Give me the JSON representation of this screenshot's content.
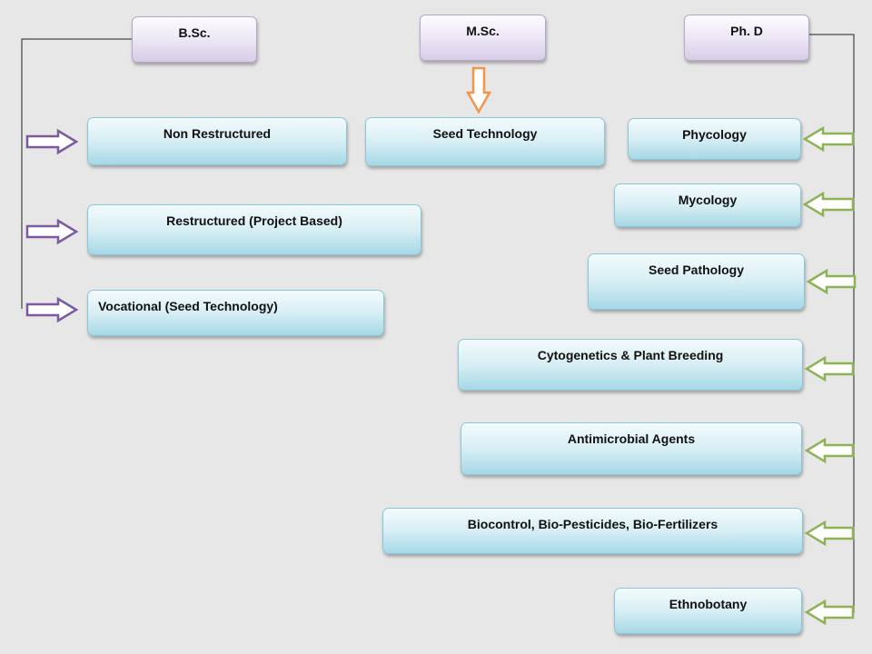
{
  "headers": {
    "bsc": "B.Sc.",
    "msc": "M.Sc.",
    "phd": "Ph. D"
  },
  "bsc_programs": [
    "Non Restructured",
    "Restructured (Project Based)",
    "Vocational (Seed Technology)"
  ],
  "msc_programs": [
    "Seed Technology"
  ],
  "phd_programs": [
    "Phycology",
    "Mycology",
    "Seed Pathology",
    "Cytogenetics & Plant Breeding",
    "Antimicrobial Agents",
    "Biocontrol, Bio-Pesticides, Bio-Fertilizers",
    "Ethnobotany"
  ],
  "colors": {
    "bsc_arrow": "#7b5a9e",
    "msc_arrow": "#f0954a",
    "phd_arrow": "#8db356",
    "box_fill": "#cfeaf1",
    "header_fill": "#ece6f4"
  }
}
